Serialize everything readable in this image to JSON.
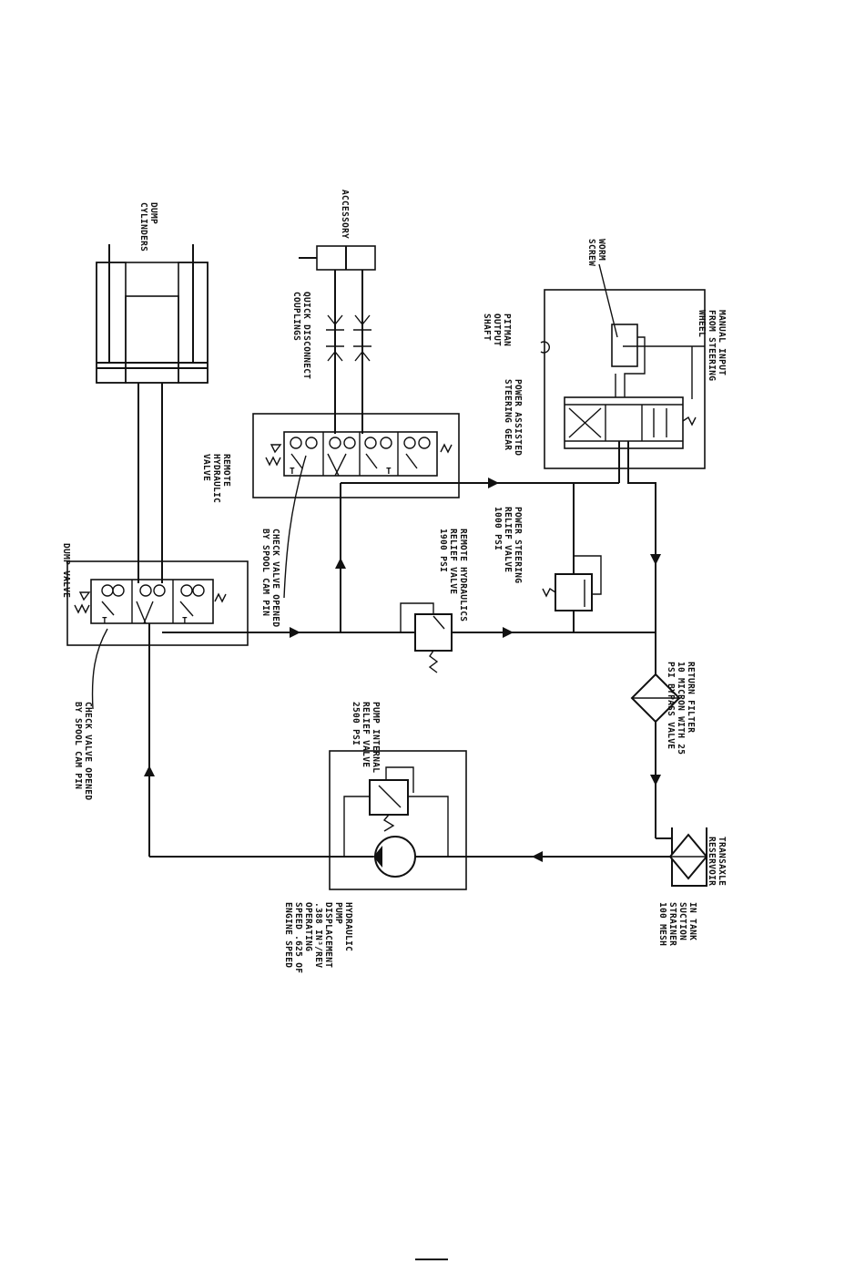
{
  "labels": {
    "dump_cylinders": [
      "DUMP",
      "CYLINDERS"
    ],
    "accessory": [
      "ACCESSORY"
    ],
    "quick_disconnect": [
      "QUICK DISCONNECT",
      "COUPLINGS"
    ],
    "worm_screw": [
      "WORM",
      "SCREW"
    ],
    "pitman": [
      "PITMAN",
      "OUTPUT",
      "SHAFT"
    ],
    "manual_input": [
      "MANUAL INPUT",
      "FROM STEERING",
      "WHEEL"
    ],
    "power_assisted": [
      "POWER ASSISTED",
      "STEERING GEAR"
    ],
    "remote_hydraulic_valve": [
      "REMOTE",
      "HYDRAULIC",
      "VALVE"
    ],
    "check_valve_remote": [
      "CHECK VALVE OPENED",
      "BY SPOOL CAM PIN"
    ],
    "power_steering_relief": [
      "POWER STEERING",
      "RELIEF VALVE",
      "1000 PSI"
    ],
    "remote_relief": [
      "REMOTE HYDRAULICS",
      "RELIEF VALVE",
      "1900 PSI"
    ],
    "dump_valve": [
      "DUMP VALVE"
    ],
    "check_valve_dump": [
      "CHECK VALVE OPENED",
      "BY SPOOL CAM PIN"
    ],
    "pump_internal_relief": [
      "PUMP INTERNAL",
      "RELIEF VALVE",
      "2500 PSI"
    ],
    "return_filter": [
      "RETURN FILTER",
      "10 MICRON WITH 25",
      "PSI BYPASS VALVE"
    ],
    "transaxle_reservoir": [
      "TRANSAXLE",
      "RESERVOIR"
    ],
    "in_tank_strainer": [
      "IN TANK",
      "SUCTION",
      "STRAINER",
      "100 MESH"
    ],
    "hydraulic_pump": [
      "HYDRAULIC",
      "PUMP",
      "DISPLACEMENT",
      ".388 IN³/REV",
      "OPERATING",
      "SPEED .625 OF",
      "ENGINE SPEED"
    ]
  },
  "valve_port_marks": {
    "tank_port": "T"
  }
}
